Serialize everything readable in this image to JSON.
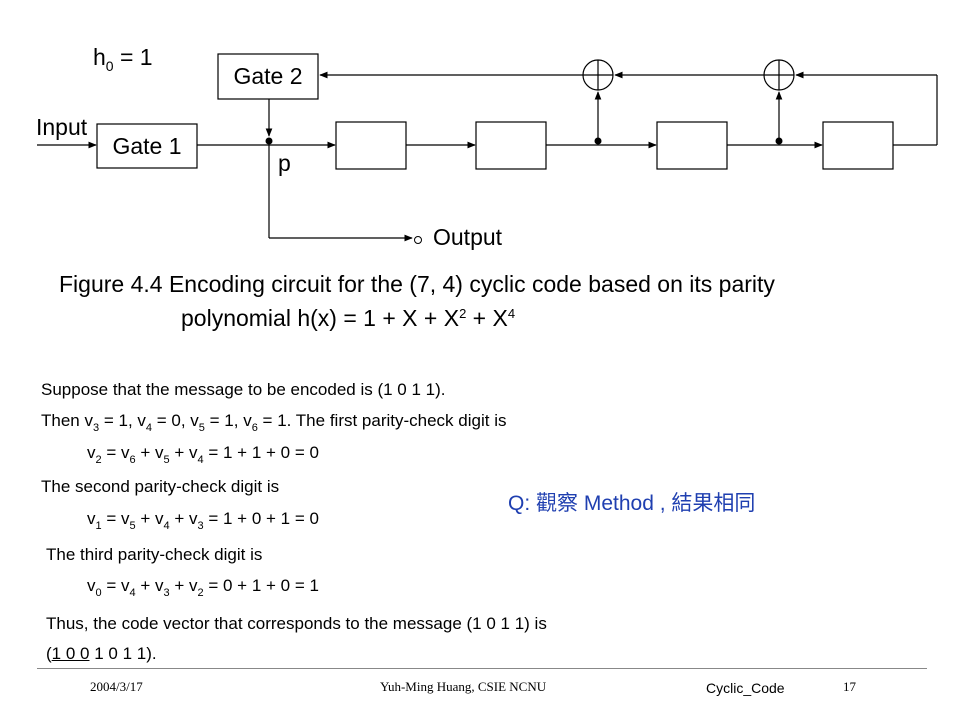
{
  "circuit": {
    "h0_label": "h",
    "h0_sub": "0",
    "h0_value": " = 1",
    "input_label": "Input",
    "gate1_label": "Gate 1",
    "gate2_label": "Gate 2",
    "p_label": "p",
    "output_label": "Output"
  },
  "caption": {
    "line1": "Figure 4.4 Encoding circuit for the (7, 4) cyclic code based on its parity",
    "line2_pre": "polynomial h(x) = 1 + X + X",
    "line2_exp1": "2",
    "line2_mid": " + X",
    "line2_exp2": "4"
  },
  "text": {
    "line1": "Suppose that the message to be encoded is (1 0 1 1).",
    "line2": {
      "p1": "Then v",
      "s1": "3",
      "p2": " = 1, v",
      "s2": "4",
      "p3": " = 0, v",
      "s3": "5",
      "p4": " = 1, v",
      "s4": "6",
      "p5": " = 1. The first parity-check digit is"
    },
    "eq1": {
      "p1": "v",
      "s1": "2",
      "p2": " = v",
      "s2": "6",
      "p3": " + v",
      "s3": "5",
      "p4": " + v",
      "s4": "4",
      "p5": " = 1 + 1 + 0 = 0"
    },
    "line3": "The second parity-check digit is",
    "eq2": {
      "p1": "v",
      "s1": "1",
      "p2": " = v",
      "s2": "5",
      "p3": " + v",
      "s3": "4",
      "p4": " + v",
      "s4": "3",
      "p5": " = 1 + 0 + 1 = 0"
    },
    "line4": "The third parity-check digit is",
    "eq3": {
      "p1": "v",
      "s1": "0",
      "p2": " = v",
      "s2": "4",
      "p3": " + v",
      "s3": "3",
      "p4": " + v",
      "s4": "2",
      "p5": " = 0 + 1 + 0 = 1"
    },
    "line5": "Thus, the code vector that corresponds to the message (1 0 1 1) is",
    "line6_open": "(",
    "line6_under": "1 0 0",
    "line6_rest": " 1 0 1 1)."
  },
  "question": "Q: 觀察 Method ,  結果相同",
  "footer": {
    "date": "2004/3/17",
    "author": "Yuh-Ming Huang, CSIE NCNU",
    "topic": "Cyclic_Code",
    "page": "17"
  }
}
